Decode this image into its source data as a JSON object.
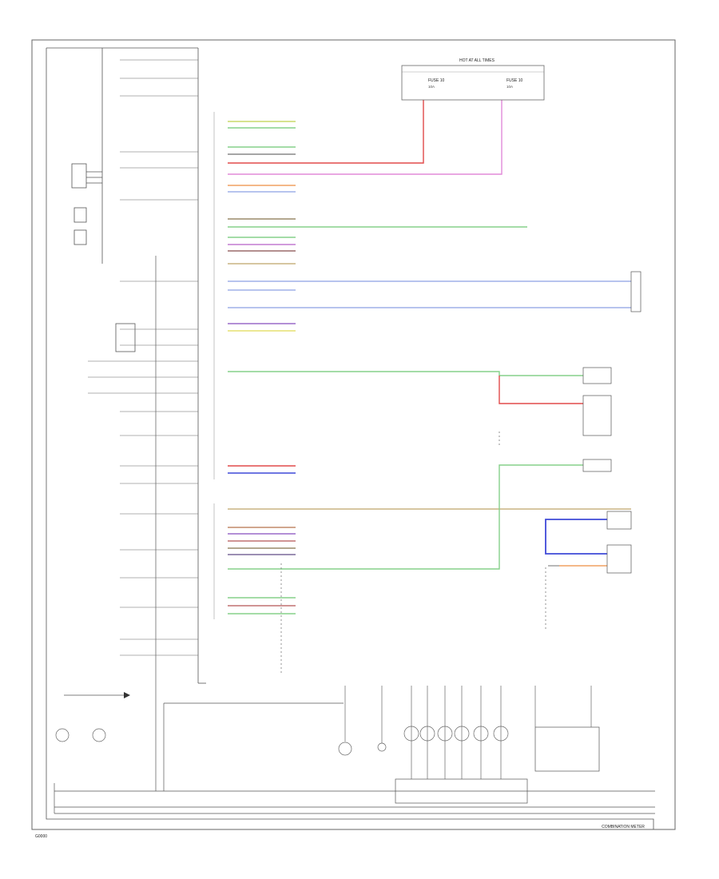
{
  "fuse_box": {
    "title": "HOT AT ALL TIMES",
    "fuse1": "FUSE 10",
    "fuse2": "FUSE 10",
    "amp1": "10A",
    "amp2": "10A"
  },
  "footer": {
    "left_code": "G0000",
    "right_text": "COMBINATION METER"
  },
  "connector_icon": "arrow-connector-icon",
  "colors": {
    "pink": "#e28ad8",
    "red": "#e24a4a",
    "green": "#86d08a",
    "blue": "#3f49d8",
    "orange": "#f0a060",
    "tan": "#c8b482",
    "purple": "#9a6ac8",
    "frame": "#555555"
  }
}
